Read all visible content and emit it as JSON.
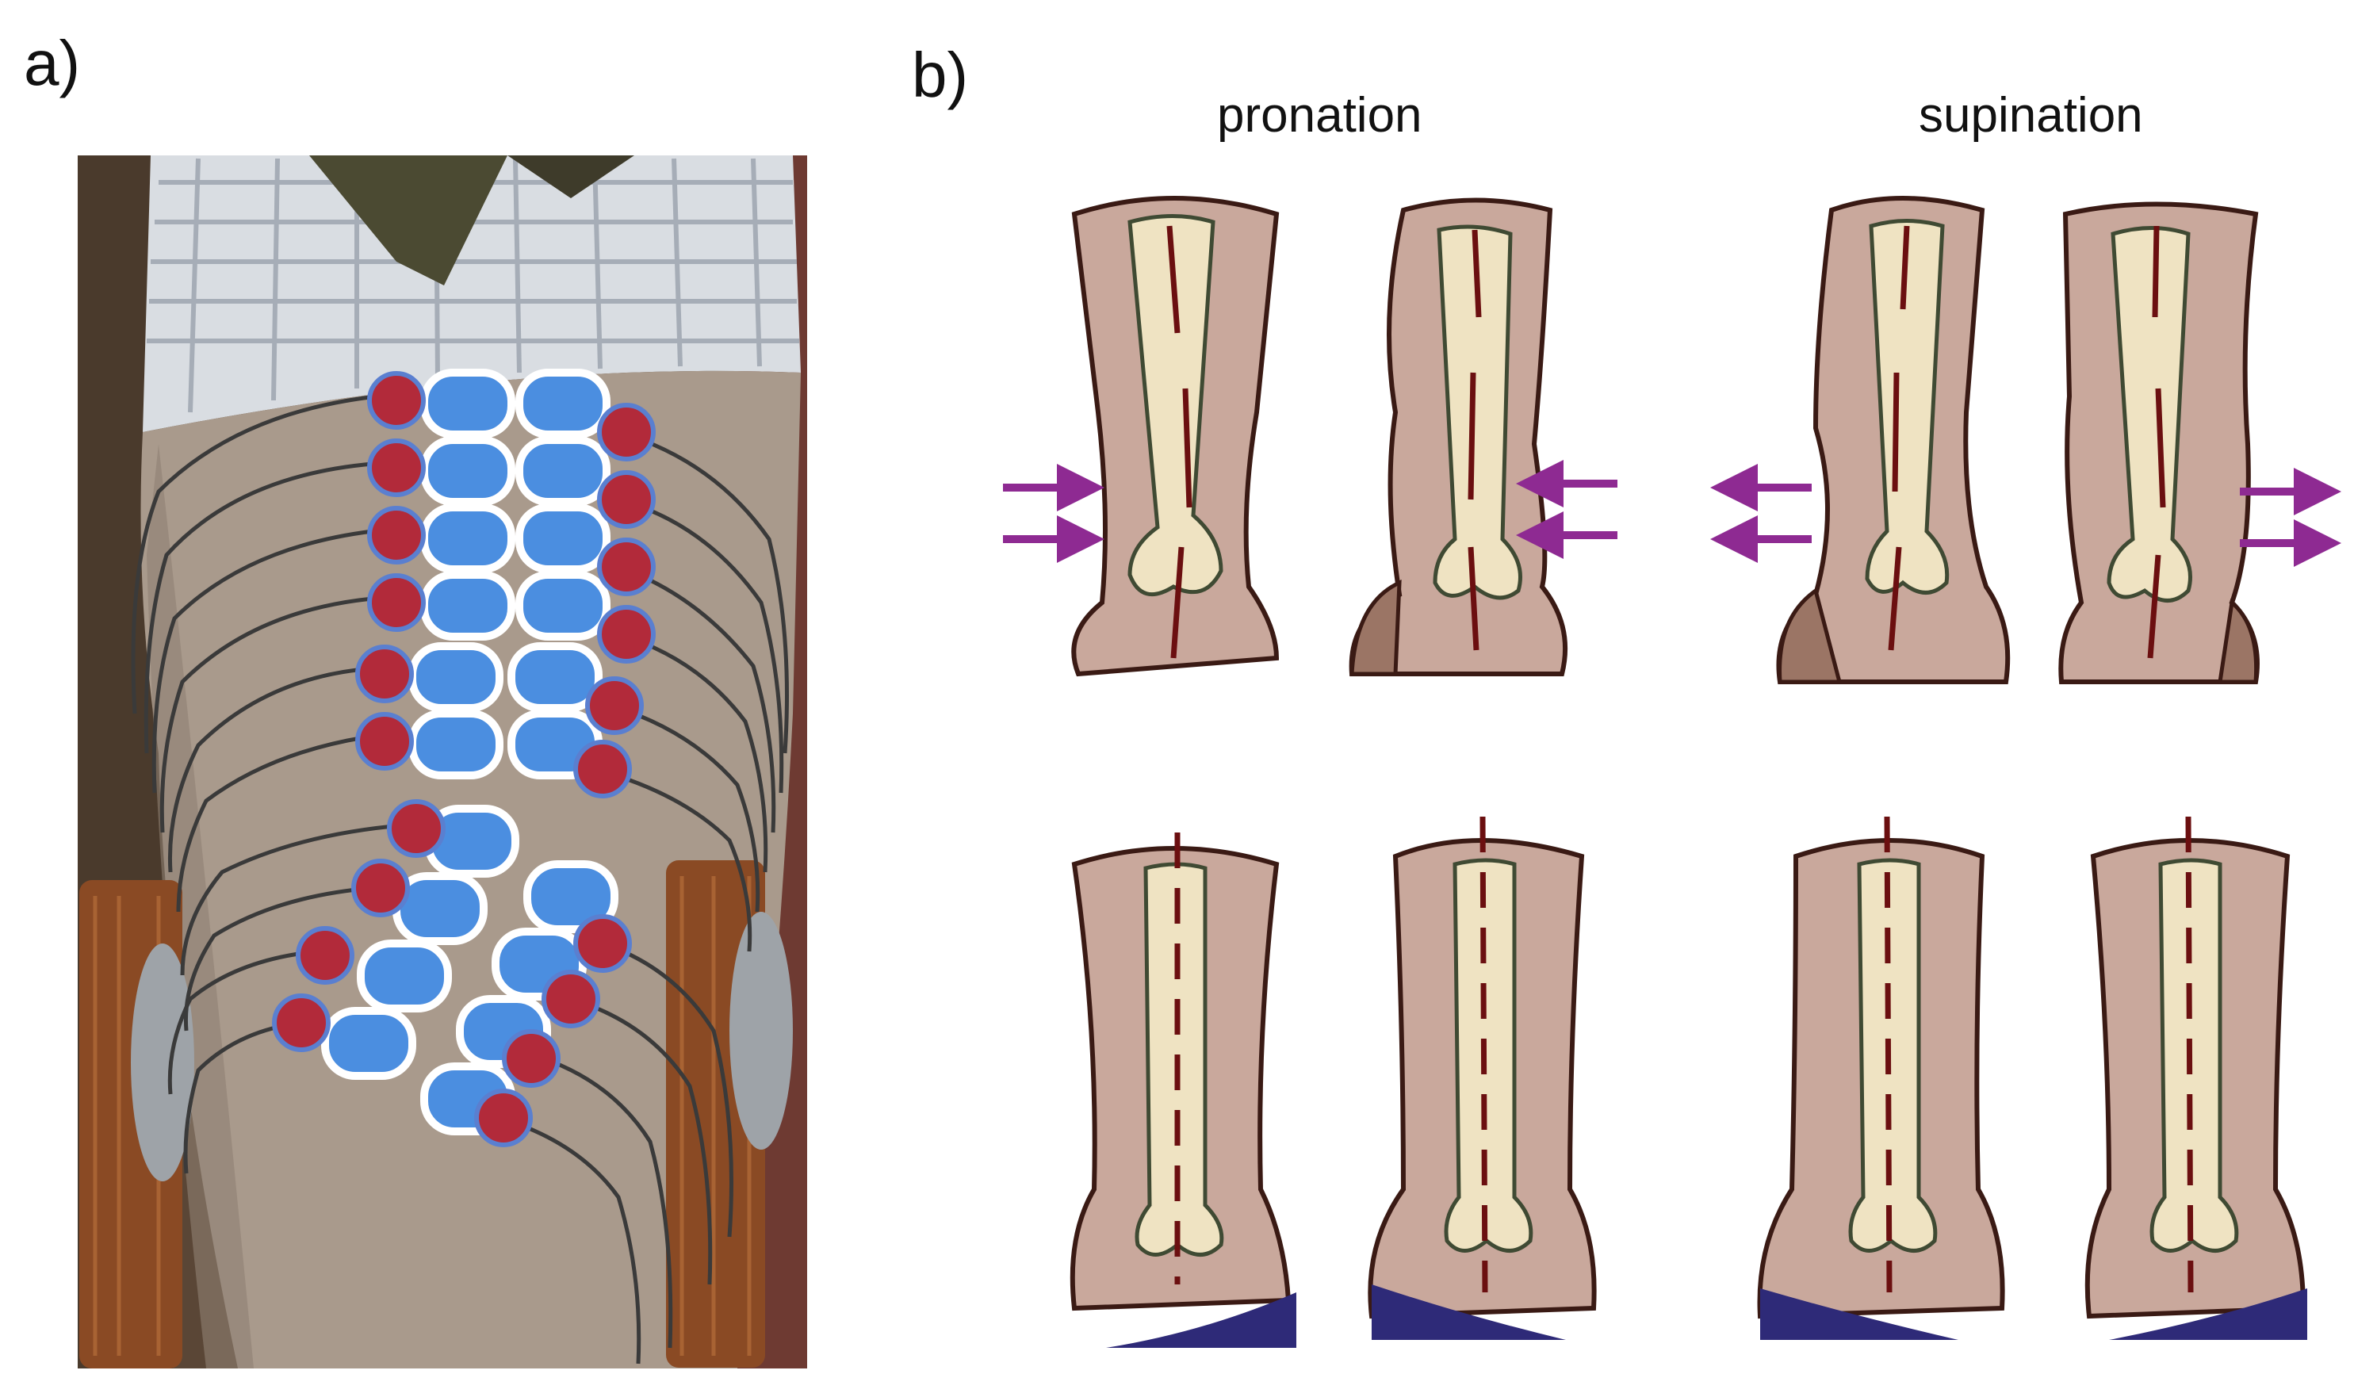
{
  "figure": {
    "panel_a_label": "a)",
    "panel_b_label": "b)",
    "titles": [
      "pronation",
      "supination"
    ]
  },
  "colors": {
    "skin": "#c9a89c",
    "skin_dark": "#9b7565",
    "bone": "#efe3c2",
    "outline": "#3a1a14",
    "bone_outline": "#3f4a33",
    "achilles_line": "#6b0f10",
    "arrow": "#8e2a92",
    "wedge": "#2e2a78",
    "electrode_red": "#b22a3a",
    "electrode_blue": "#4b8ee0",
    "cable": "#3a3a3a"
  }
}
